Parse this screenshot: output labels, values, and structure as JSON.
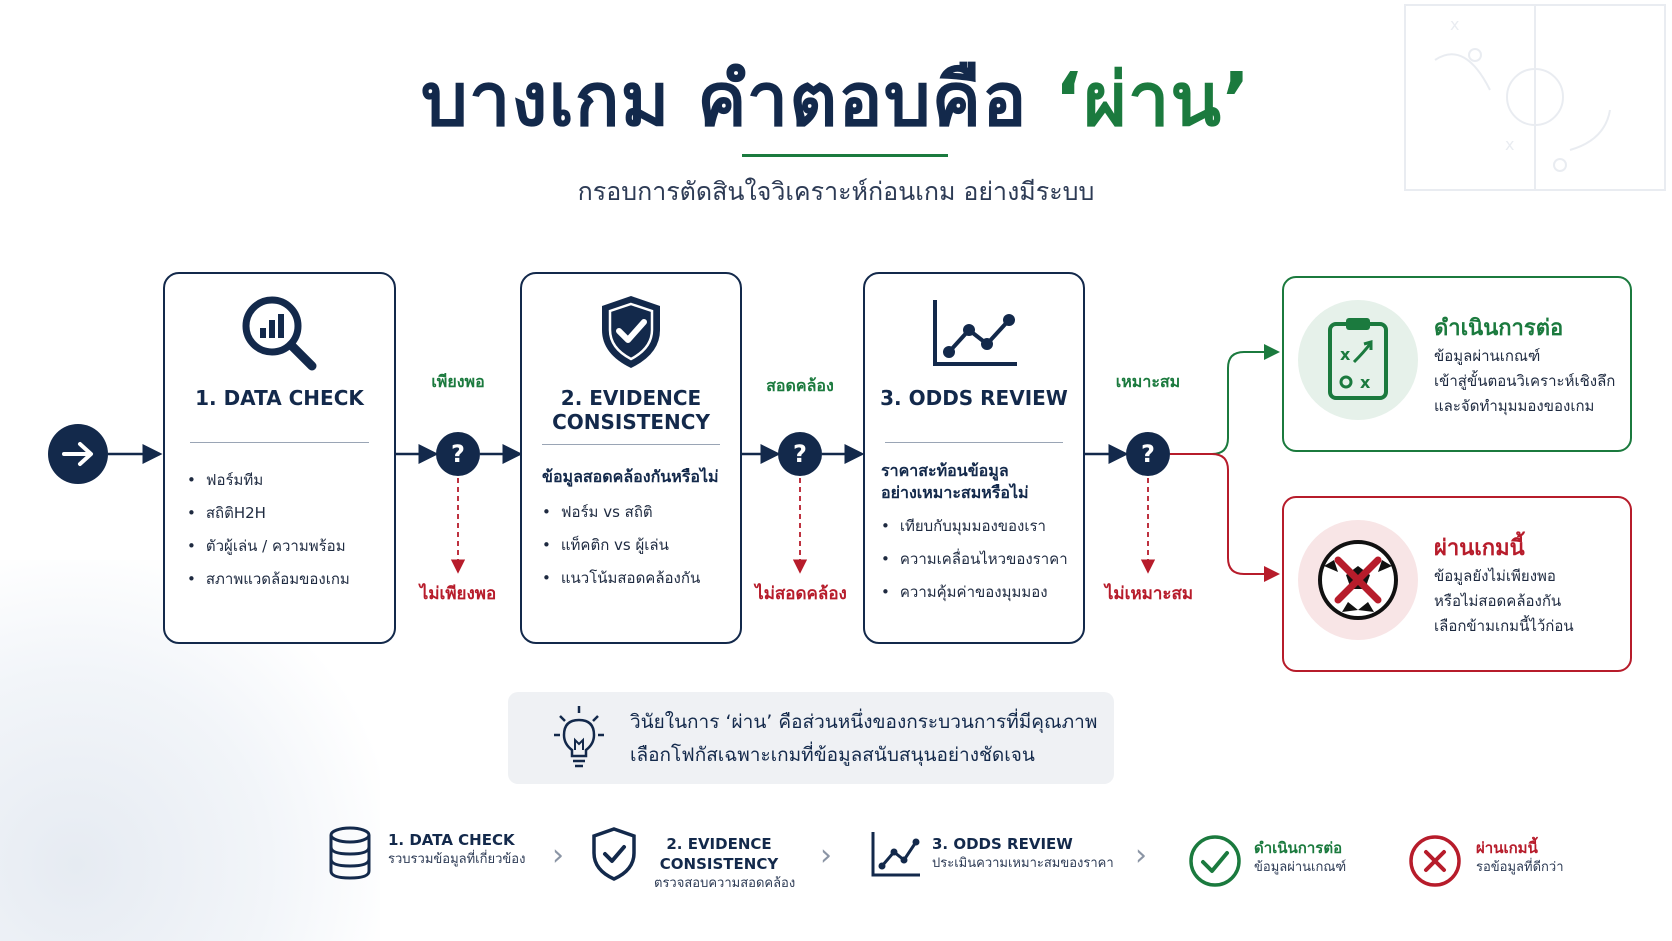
{
  "title": {
    "main": "บางเกม คำตอบคือ",
    "highlight": "‘ผ่าน’"
  },
  "subtitle": "กรอบการตัดสินใจวิเคราะห์ก่อนเกม อย่างมีระบบ",
  "steps": [
    {
      "title_lines": [
        "1. DATA CHECK"
      ],
      "question_lines": [],
      "items": [
        "ฟอร์มทีม",
        "สถิติH2H",
        "ตัวผู้เล่น / ความพร้อม",
        "สภาพแวดล้อมของเกม"
      ]
    },
    {
      "title_lines": [
        "2. EVIDENCE",
        "CONSISTENCY"
      ],
      "question_lines": [
        "ข้อมูลสอดคล้องกันหรือไม่"
      ],
      "items": [
        "ฟอร์ม vs สถิติ",
        "แท็คติก vs ผู้เล่น",
        "แนวโน้มสอดคล้องกัน"
      ]
    },
    {
      "title_lines": [
        "3. ODDS REVIEW"
      ],
      "question_lines": [
        "ราคาสะท้อนข้อมูล",
        "อย่างเหมาะสมหรือไม่"
      ],
      "items": [
        "เทียบกับมุมมองของเรา",
        "ความเคลื่อนไหวของราคา",
        "ความคุ้มค่าของมุมมอง"
      ]
    }
  ],
  "decisions": [
    {
      "q": "?",
      "yes": "เพียงพอ",
      "no": "ไม่เพียงพอ"
    },
    {
      "q": "?",
      "yes": "สอดคล้อง",
      "no": "ไม่สอดคล้อง"
    },
    {
      "q": "?",
      "yes": "เหมาะสม",
      "no": "ไม่เหมาะสม"
    }
  ],
  "outcomes": {
    "proceed": {
      "title": "ดำเนินการต่อ",
      "lines": [
        "ข้อมูลผ่านเกณฑ์",
        "เข้าสู่ขั้นตอนวิเคราะห์เชิงลึก",
        "และจัดทำมุมมองของเกม"
      ]
    },
    "pass": {
      "title": "ผ่านเกมนี้",
      "lines": [
        "ข้อมูลยังไม่เพียงพอ",
        "หรือไม่สอดคล้องกัน",
        "เลือกข้ามเกมนี้ไว้ก่อน"
      ]
    }
  },
  "tip": {
    "line1": "วินัยในการ ‘ผ่าน’ คือส่วนหนึ่งของกระบวนการที่มีคุณภาพ",
    "line2": "เลือกโฟกัสเฉพาะเกมที่ข้อมูลสนับสนุนอย่างชัดเจน"
  },
  "legend": [
    {
      "title": "1. DATA CHECK",
      "sub": "รวบรวมข้อมูลที่เกี่ยวข้อง",
      "icon": "database-icon"
    },
    {
      "title": "2. EVIDENCE",
      "title2": "CONSISTENCY",
      "sub": "ตรวจสอบความสอดคล้อง",
      "icon": "shield-check-icon"
    },
    {
      "title": "3. ODDS REVIEW",
      "sub": "ประเมินความเหมาะสมของราคา",
      "icon": "trend-chart-icon"
    },
    {
      "title": "ดำเนินการต่อ",
      "sub": "ข้อมูลผ่านเกณฑ์",
      "icon": "check-circle-icon"
    },
    {
      "title": "ผ่านเกมนี้",
      "sub": "รอข้อมูลที่ดีกว่า",
      "icon": "x-circle-icon"
    }
  ],
  "colors": {
    "navy": "#13294b",
    "green": "#1b7a3e",
    "red": "#b71c2b",
    "tip_bg": "#eff1f4"
  }
}
